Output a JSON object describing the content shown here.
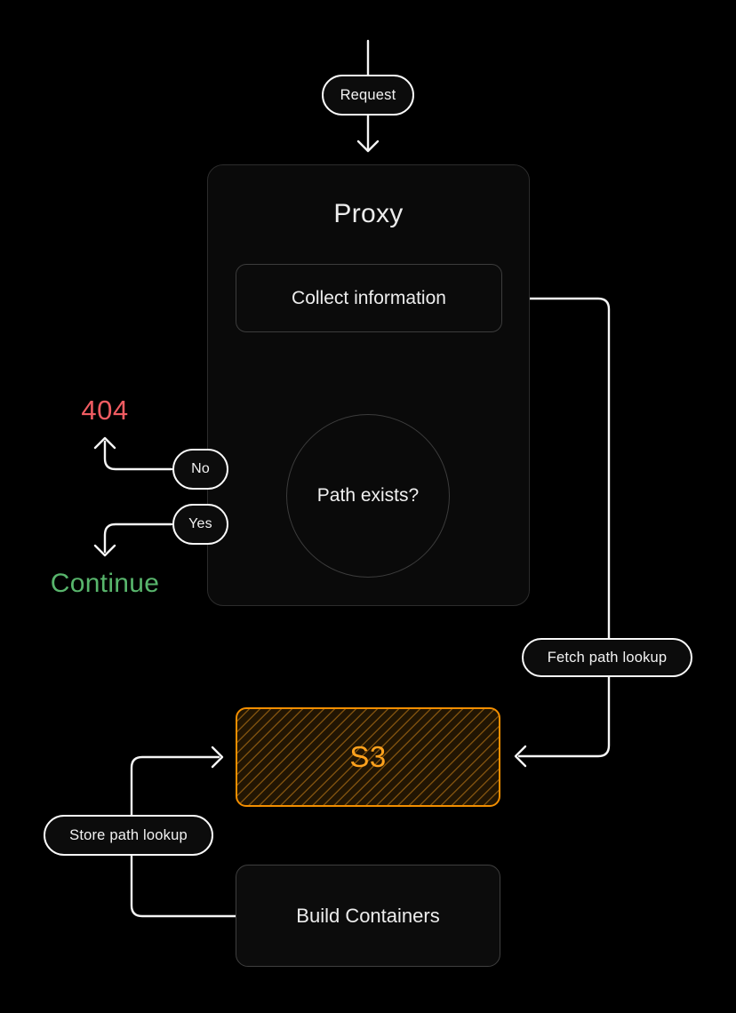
{
  "diagram": {
    "nodes": {
      "request": {
        "label": "Request"
      },
      "proxy": {
        "title": "Proxy"
      },
      "collect": {
        "label": "Collect information"
      },
      "decision": {
        "label": "Path exists?"
      },
      "no": {
        "label": "No"
      },
      "yes": {
        "label": "Yes"
      },
      "result_404": {
        "label": "404"
      },
      "result_continue": {
        "label": "Continue"
      },
      "fetch": {
        "label": "Fetch path lookup"
      },
      "s3": {
        "label": "S3"
      },
      "store": {
        "label": "Store path lookup"
      },
      "build": {
        "label": "Build Containers"
      }
    },
    "edges": [
      {
        "from": "start",
        "to": "Request",
        "label": ""
      },
      {
        "from": "Request",
        "to": "Proxy",
        "label": ""
      },
      {
        "from": "Collect information",
        "to": "Path exists?",
        "label": ""
      },
      {
        "from": "Path exists?",
        "to": "404",
        "label": "No"
      },
      {
        "from": "Path exists?",
        "to": "Continue",
        "label": "Yes"
      },
      {
        "from": "Collect information",
        "to": "S3",
        "label": "Fetch path lookup"
      },
      {
        "from": "Build Containers",
        "to": "S3",
        "label": "Store path lookup"
      }
    ],
    "colors": {
      "background": "#000000",
      "wire": "#f5f5f5",
      "panel_border": "#2c2c2c",
      "box_border": "#3c3c3c",
      "error_404": "#f05c62",
      "continue_green": "#58b56c",
      "s3_border": "#f28e00",
      "s3_text": "#ffa21d"
    }
  }
}
